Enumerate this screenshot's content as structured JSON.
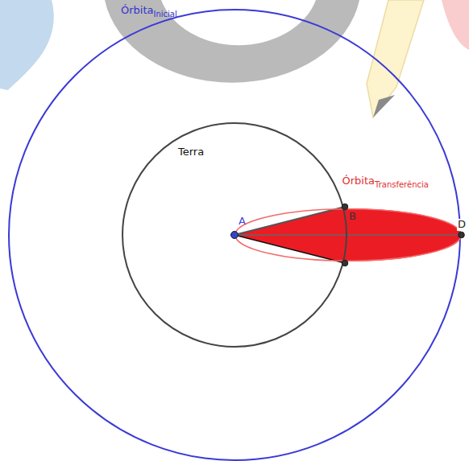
{
  "diagram": {
    "nodes": [
      {
        "text": [
          "Órbita",
          "Inicial"
        ]
      },
      {
        "text": [
          "Terra"
        ],
        "in": 0
      },
      {
        "text": [
          "Órbita",
          "Transferência"
        ],
        "in": 0
      }
    ],
    "labels": [
      "A",
      "B",
      "D"
    ]
  }
}
